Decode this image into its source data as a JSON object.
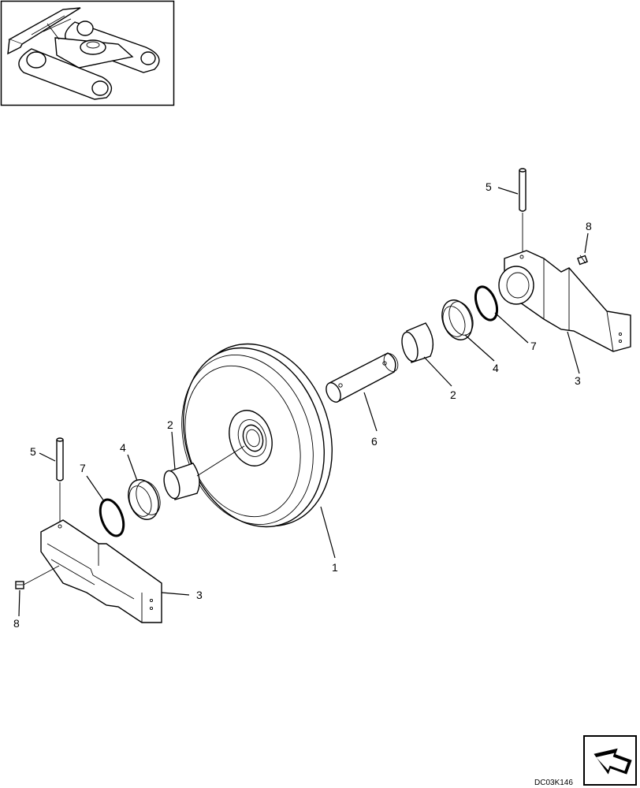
{
  "diagram": {
    "drawing_code": "DC03K146",
    "callouts": {
      "wheel": "1",
      "bushing_left": "2",
      "bushing_right": "2",
      "bracket_left": "3",
      "bracket_right": "3",
      "seal_left": "4",
      "seal_right": "4",
      "pin_left": "5",
      "pin_right": "5",
      "shaft": "6",
      "oring_left": "7",
      "oring_right": "7",
      "fitting_left": "8",
      "fitting_right": "8"
    },
    "icons": {
      "inset": "excavator-undercarriage-icon",
      "nav": "next-page-arrow-icon"
    }
  }
}
